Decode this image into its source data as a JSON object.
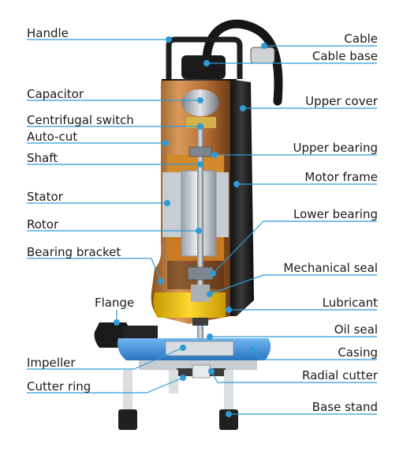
{
  "labels": {
    "handle": "Handle",
    "capacitor": "Capacitor",
    "centrifugal_switch": "Centrifugal switch",
    "auto_cut": "Auto-cut",
    "shaft": "Shaft",
    "stator": "Stator",
    "rotor": "Rotor",
    "bearing_bracket": "Bearing bracket",
    "flange": "Flange",
    "impeller": "Impeller",
    "cutter_ring": "Cutter ring",
    "cable": "Cable",
    "cable_base": "Cable base",
    "upper_cover": "Upper cover",
    "upper_bearing": "Upper bearing",
    "motor_frame": "Motor frame",
    "lower_bearing": "Lower bearing",
    "mechanical_seal": "Mechanical seal",
    "lubricant": "Lubricant",
    "oil_seal": "Oil seal",
    "casing": "Casing",
    "radial_cutter": "Radial cutter",
    "base_stand": "Base stand"
  },
  "colors": {
    "leader_line": "#2e9bd6",
    "marker": "#2e9bd6",
    "label_text": "#1a1a1a",
    "bronze": "#b9763a",
    "pump_black": "#1c1c1c",
    "casing_blue": "#3a8fd8",
    "lubricant_yellow": "#f2c400"
  }
}
